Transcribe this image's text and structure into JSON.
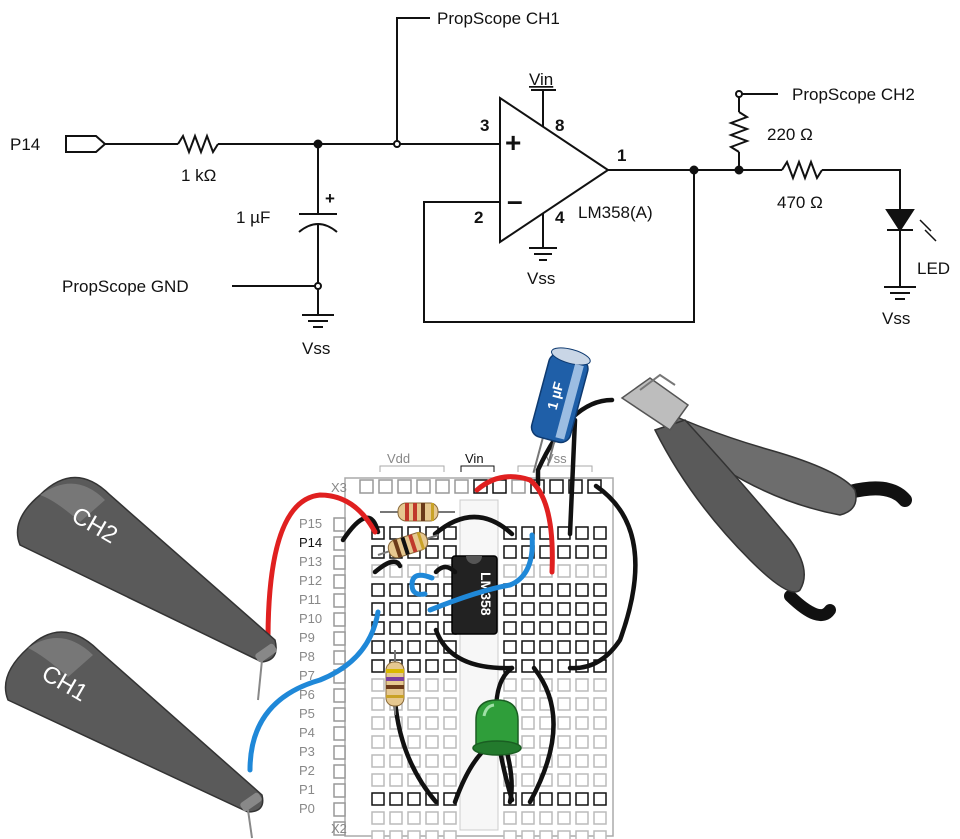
{
  "schematic": {
    "input_label": "P14",
    "resistor_1k": "1 kΩ",
    "capacitor": "1 µF",
    "cap_polarity": "+",
    "scope_gnd": "PropScope GND",
    "scope_ch1": "PropScope CH1",
    "scope_ch2": "PropScope CH2",
    "vss": "Vss",
    "vin": "Vin",
    "opamp_part": "LM358(A)",
    "pin_noninv": "3",
    "pin_inv": "2",
    "pin_out": "1",
    "pin_vcc": "8",
    "pin_gnd": "4",
    "plus_sign": "+",
    "minus_sign": "–",
    "resistor_220": "220 Ω",
    "resistor_470": "470 Ω",
    "led": "LED"
  },
  "breadboard": {
    "header_vdd": "Vdd",
    "header_vin": "Vin",
    "header_vss": "Vss",
    "header_x3": "X3",
    "header_x2": "X2",
    "pins": [
      "P15",
      "P14",
      "P13",
      "P12",
      "P11",
      "P10",
      "P9",
      "P8",
      "P7",
      "P6",
      "P5",
      "P4",
      "P3",
      "P2",
      "P1",
      "P0"
    ],
    "chip_label": "LM358",
    "cap_label": "1 µF",
    "probe_ch2": "CH2",
    "probe_ch1": "CH1"
  },
  "colors": {
    "wire_red": "#e02020",
    "wire_blue": "#1f88d8",
    "wire_black": "#111111",
    "led_green": "#2f9e3a",
    "cap_blue": "#1f5fa8",
    "probe_gray": "#555555"
  }
}
